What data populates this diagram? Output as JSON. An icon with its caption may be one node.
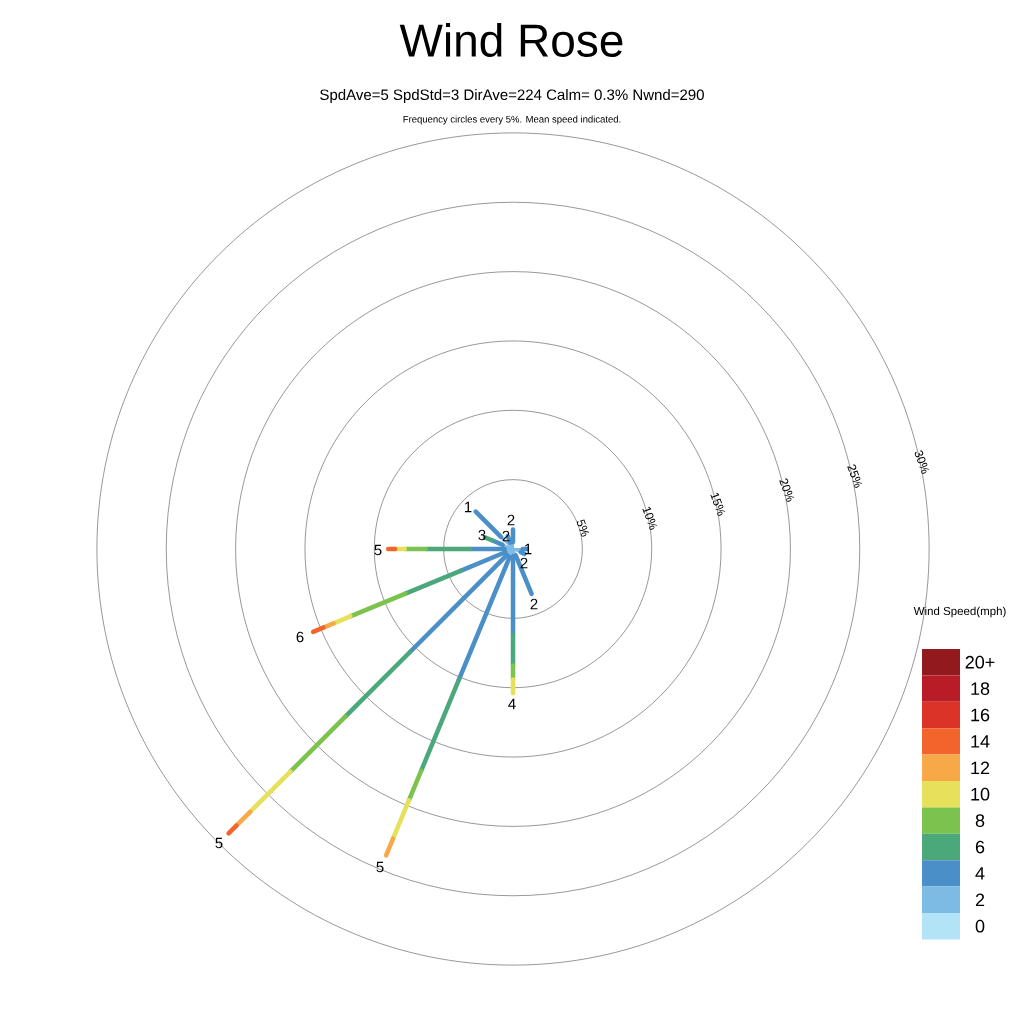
{
  "diagram": {
    "title": "Wind Rose",
    "labels": [
      "SpdAve=5  SpdStd=3  DirAve=224   Calm= 0.3%  Nwnd=290",
      "Frequency circles every 5%. Mean speed indicated.",
      "5%",
      "10%",
      "15%",
      "20%",
      "25%",
      "30%",
      "1",
      "2",
      "2",
      "3",
      "5",
      "1",
      "2",
      "2",
      "6",
      "4",
      "5",
      "5",
      "Wind Speed(mph)"
    ],
    "legend": [
      {
        "text": "20+",
        "color": "#921a1e"
      },
      {
        "text": "18",
        "color": "#ba1c27"
      },
      {
        "text": "16",
        "color": "#dc3328"
      },
      {
        "text": "14",
        "color": "#f2642c"
      },
      {
        "text": "12",
        "color": "#f7a847"
      },
      {
        "text": "10",
        "color": "#e6e05a"
      },
      {
        "text": "8",
        "color": "#7cc24e"
      },
      {
        "text": "6",
        "color": "#4aa87a"
      },
      {
        "text": "4",
        "color": "#4a8fc7"
      },
      {
        "text": "2",
        "color": "#7dbbe5"
      },
      {
        "text": "0",
        "color": "#b3e3f7"
      }
    ]
  }
}
